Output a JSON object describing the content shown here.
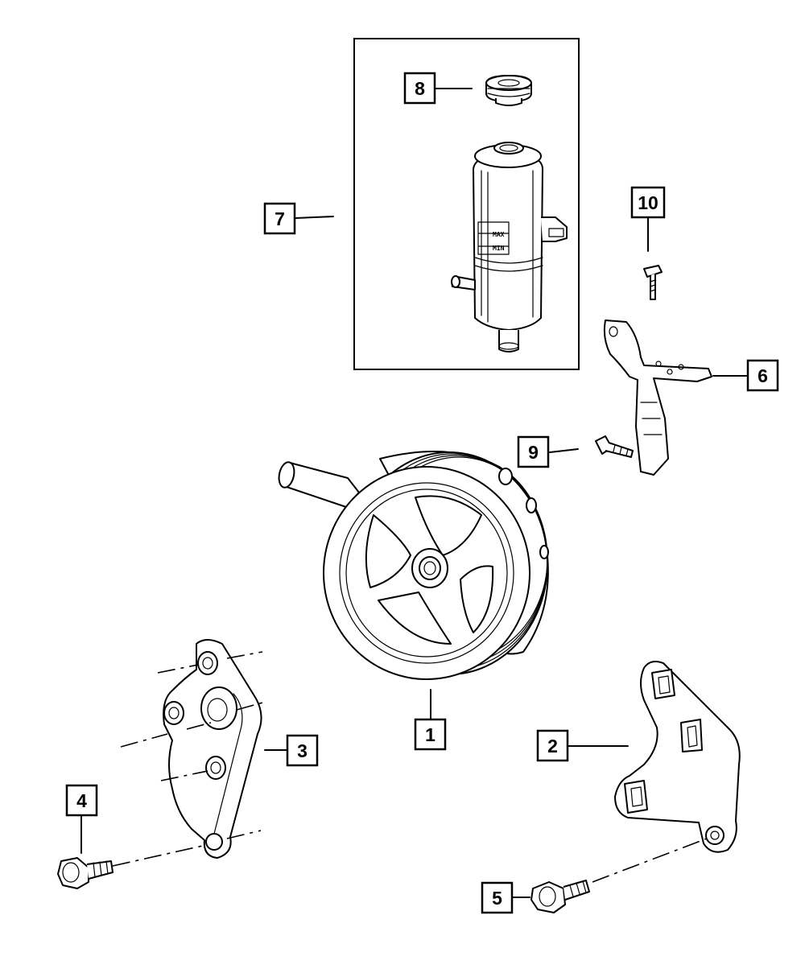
{
  "callouts": [
    {
      "id": "1",
      "label": "1"
    },
    {
      "id": "2",
      "label": "2"
    },
    {
      "id": "3",
      "label": "3"
    },
    {
      "id": "4",
      "label": "4"
    },
    {
      "id": "5",
      "label": "5"
    },
    {
      "id": "6",
      "label": "6"
    },
    {
      "id": "7",
      "label": "7"
    },
    {
      "id": "8",
      "label": "8"
    },
    {
      "id": "9",
      "label": "9"
    },
    {
      "id": "10",
      "label": "10"
    }
  ],
  "reservoir": {
    "max_label": "MAX",
    "min_label": "MIN"
  }
}
